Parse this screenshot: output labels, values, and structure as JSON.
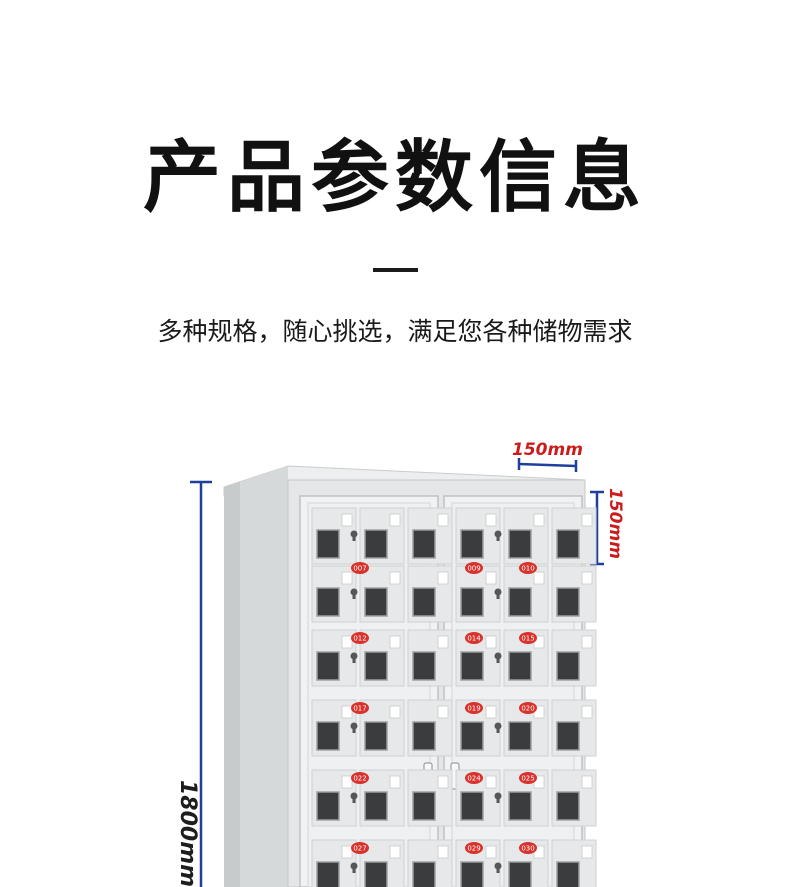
{
  "heading": {
    "title": "产品参数信息",
    "subtitle": "多种规格，随心挑选，满足您各种储物需求"
  },
  "dimensions": {
    "width_label": "150mm",
    "height_label": "150mm",
    "total_height_label": "1800mm"
  },
  "locker_numbers": {
    "left_door": [
      "007",
      "012",
      "017",
      "022",
      "027"
    ],
    "right_door": [
      [
        "009",
        "010"
      ],
      [
        "014",
        "015"
      ],
      [
        "019",
        "020"
      ],
      [
        "024",
        "025"
      ],
      [
        "029",
        "030"
      ]
    ]
  },
  "colors": {
    "dimension_red": "#cc1b1b",
    "dimension_blue": "#1f3f9c",
    "cabinet_body": "#dfe1e2"
  }
}
